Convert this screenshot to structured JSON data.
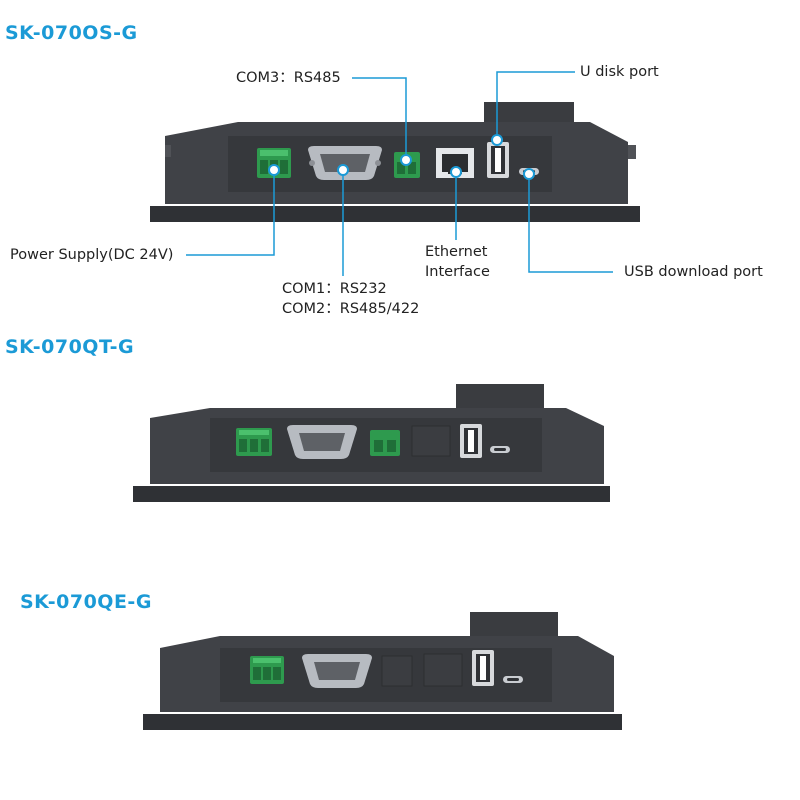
{
  "colors": {
    "title": "#1b9ad6",
    "leader": "#1b9ad6",
    "housing": "#3f4145",
    "housing_dark": "#2f3135",
    "terminal": "#3aa35a",
    "port_metal": "#c9ccd1"
  },
  "models": [
    {
      "name": "SK-070OS-G",
      "ports": [
        "power-terminal",
        "db9-com1-com2",
        "com3-terminal",
        "ethernet-rj45",
        "usb-a",
        "usb-c"
      ]
    },
    {
      "name": "SK-070QT-G",
      "ports": [
        "power-terminal",
        "db9-com1-com2",
        "com3-terminal",
        "usb-a",
        "usb-c"
      ]
    },
    {
      "name": "SK-070QE-G",
      "ports": [
        "power-terminal",
        "db9-com1-com2",
        "usb-a",
        "usb-c"
      ]
    }
  ],
  "labels": {
    "com3": "COM3：RS485",
    "udisk": "U disk port",
    "power": "Power Supply(DC 24V)",
    "ethernet_line1": "Ethernet",
    "ethernet_line2": "Interface",
    "usb_download": "USB download port",
    "com1": "COM1：RS232",
    "com2": "COM2：RS485/422"
  },
  "icons": [
    "power-terminal-icon",
    "db9-port-icon",
    "rj45-port-icon",
    "usb-a-port-icon",
    "usb-c-port-icon"
  ]
}
